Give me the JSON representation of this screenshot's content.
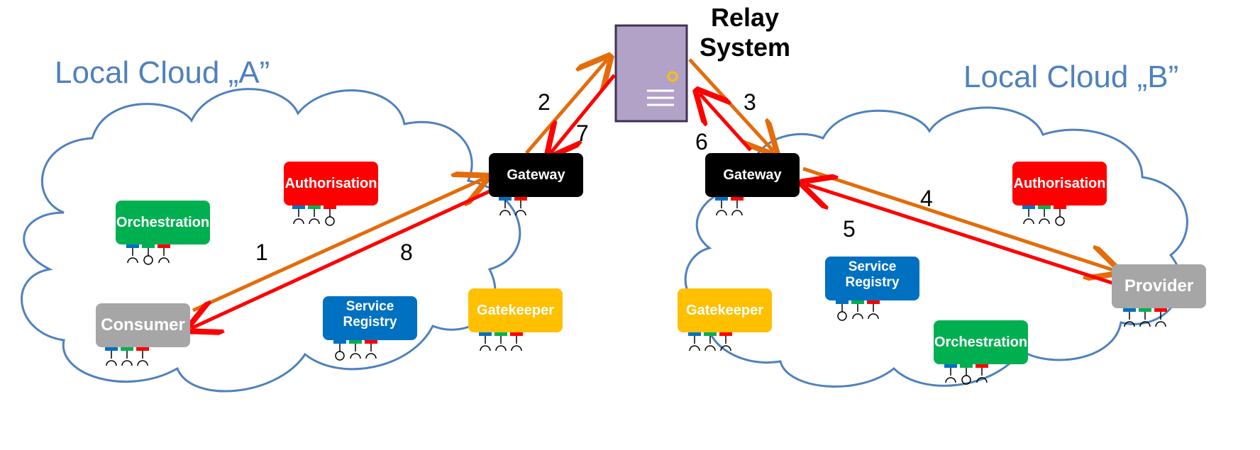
{
  "cloud_a": {
    "title": "Local Cloud „A”",
    "authorisation": "Authorisation",
    "orchestration": "Orchestration",
    "consumer": "Consumer",
    "service_registry": "Service Registry",
    "gatekeeper": "Gatekeeper",
    "gateway": "Gateway"
  },
  "cloud_b": {
    "title": "Local Cloud „B”",
    "authorisation": "Authorisation",
    "orchestration": "Orchestration",
    "provider": "Provider",
    "service_registry": "Service Registry",
    "gatekeeper": "Gatekeeper",
    "gateway": "Gateway"
  },
  "relay": {
    "line1": "Relay",
    "line2": "System"
  },
  "steps": [
    "1",
    "2",
    "3",
    "4",
    "5",
    "6",
    "7",
    "8"
  ],
  "colors": {
    "cloud_outline": "#4f81bd",
    "title_text": "#4f81bd",
    "request_arrow": "#e46c0a",
    "response_arrow": "#ff0000",
    "authorisation": "#ff0000",
    "orchestration": "#00b050",
    "consumer_provider": "#a6a6a6",
    "service_registry": "#0070c0",
    "gatekeeper": "#ffc000",
    "gateway": "#000000",
    "relay_fill": "#b3a2c7",
    "relay_stroke": "#403152",
    "connector_blue": "#0070c0",
    "connector_green": "#00b050",
    "connector_red": "#ff0000"
  }
}
